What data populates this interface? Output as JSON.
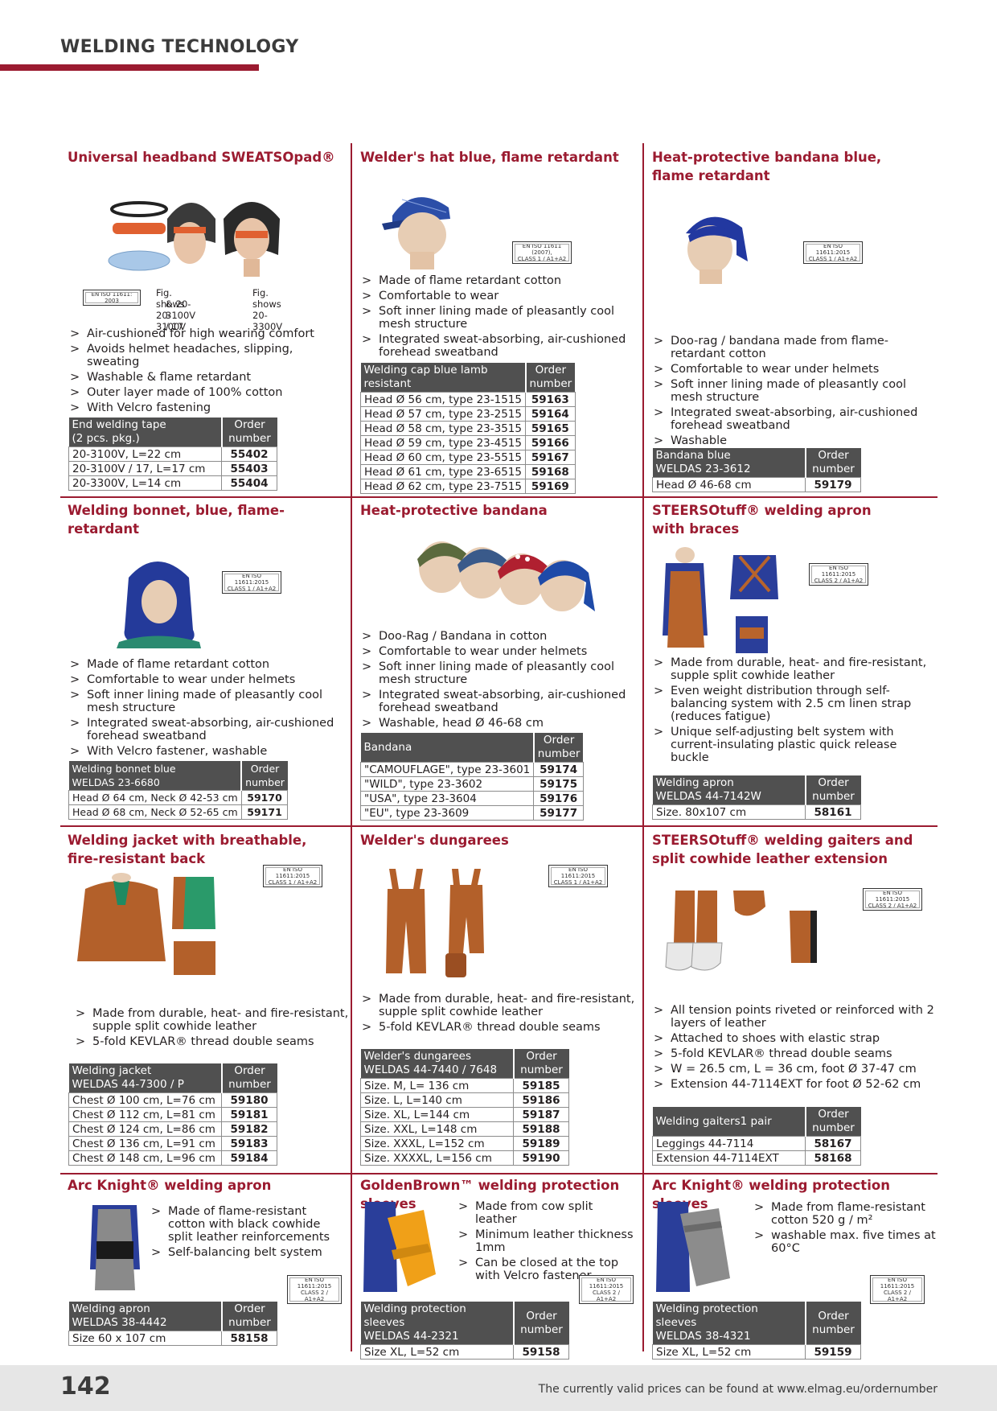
{
  "header": {
    "title": "WELDING TECHNOLOGY"
  },
  "colors": {
    "accent": "#9b1b30",
    "table_header": "#505050",
    "footer_bg": "#e6e6e6"
  },
  "footer": {
    "page_number": "142",
    "note": "The currently valid prices can be found at www.elmag.eu/ordernumber"
  },
  "products": [
    {
      "title": "Universal headband SWEATSOpad®",
      "certification": [
        "EN ISO 11611:",
        "2003"
      ],
      "captions": [
        "Fig. shows 20-3100V",
        "& 20-3100V / 17",
        "Fig. shows 20-3300V"
      ],
      "bullets": [
        "Air-cushioned for high wearing comfort",
        "Avoids helmet headaches, slipping, sweating",
        "Washable & flame retardant",
        "Outer layer made of 100% cotton",
        "With Velcro fastening"
      ],
      "table": {
        "header": [
          "End welding tape",
          "(2 pcs. pkg.)"
        ],
        "order_header": [
          "Order",
          "number"
        ],
        "rows": [
          [
            "20-3100V, L=22 cm",
            "55402"
          ],
          [
            "20-3100V / 17, L=17 cm",
            "55403"
          ],
          [
            "20-3300V, L=14 cm",
            "55404"
          ]
        ]
      }
    },
    {
      "title": "Welder's hat blue, flame retardant",
      "certification": [
        "EN ISO 11611 (2007),",
        "CLASS 1 / A1+A2"
      ],
      "bullets": [
        "Made of flame retardant cotton",
        "Comfortable to wear",
        "Soft inner lining made of pleasantly cool mesh structure",
        "Integrated sweat-absorbing, air-cushioned forehead sweatband"
      ],
      "table": {
        "header": [
          "Welding cap blue lamb",
          "resistant"
        ],
        "order_header": [
          "Order",
          "number"
        ],
        "rows": [
          [
            "Head Ø 56 cm, type 23-1515",
            "59163"
          ],
          [
            "Head Ø 57 cm, type 23-2515",
            "59164"
          ],
          [
            "Head Ø 58 cm, type 23-3515",
            "59165"
          ],
          [
            "Head Ø 59 cm, type 23-4515",
            "59166"
          ],
          [
            "Head Ø 60 cm, type 23-5515",
            "59167"
          ],
          [
            "Head Ø 61 cm, type 23-6515",
            "59168"
          ],
          [
            "Head Ø 62 cm, type 23-7515",
            "59169"
          ]
        ]
      }
    },
    {
      "title": "Heat-protective bandana blue,",
      "title2": "flame retardant",
      "certification": [
        "EN ISO 11611:2015",
        "CLASS 1 / A1+A2"
      ],
      "bullets": [
        "Doo-rag / bandana made from flame-retardant cotton",
        "Comfortable to wear under helmets",
        "Soft inner lining made of pleasantly cool mesh structure",
        "Integrated sweat-absorbing, air-cushioned forehead sweatband",
        "Washable"
      ],
      "table": {
        "header": [
          "Bandana blue",
          "WELDAS 23-3612"
        ],
        "order_header": [
          "Order",
          "number"
        ],
        "rows": [
          [
            "Head Ø 46-68 cm",
            "59179"
          ]
        ]
      }
    },
    {
      "title": "Welding bonnet, blue, flame-retardant",
      "certification": [
        "EN ISO 11611:2015",
        "CLASS 1 / A1+A2"
      ],
      "bullets": [
        "Made of flame retardant cotton",
        "Comfortable to wear under helmets",
        "Soft inner lining made of pleasantly cool mesh structure",
        "Integrated sweat-absorbing, air-cushioned forehead sweatband",
        "With Velcro fastener, washable"
      ],
      "table": {
        "header": [
          "Welding bonnet blue",
          "WELDAS 23-6680"
        ],
        "order_header": [
          "Order",
          "number"
        ],
        "rows": [
          [
            "Head Ø 64 cm, Neck Ø 42-53 cm",
            "59170"
          ],
          [
            "Head Ø 68 cm, Neck Ø 52-65 cm",
            "59171"
          ]
        ]
      }
    },
    {
      "title": "Heat-protective bandana",
      "bullets": [
        "Doo-Rag / Bandana in cotton",
        "Comfortable to wear under helmets",
        "Soft inner lining made of pleasantly cool mesh structure",
        "Integrated sweat-absorbing, air-cushioned forehead sweatband",
        "Washable, head Ø 46-68 cm"
      ],
      "table": {
        "header": [
          "Bandana",
          ""
        ],
        "order_header": [
          "Order",
          "number"
        ],
        "rows": [
          [
            "\"CAMOUFLAGE\", type 23-3601",
            "59174"
          ],
          [
            "\"WILD\", type 23-3602",
            "59175"
          ],
          [
            "\"USA\", type 23-3604",
            "59176"
          ],
          [
            "\"EU\", type 23-3609",
            "59177"
          ]
        ]
      }
    },
    {
      "title": "STEERSOtuff® welding apron",
      "title2": "with braces",
      "certification": [
        "EN ISO 11611:2015",
        "CLASS 2 / A1+A2"
      ],
      "bullets": [
        "Made from durable, heat- and fire-resistant, supple split cowhide leather",
        "Even weight distribution through self-balancing system with 2.5 cm linen strap (reduces fatigue)",
        "Unique self-adjusting belt system with current-insulating plastic quick release buckle"
      ],
      "table": {
        "header": [
          "Welding apron",
          "WELDAS 44-7142W"
        ],
        "order_header": [
          "Order",
          "number"
        ],
        "rows": [
          [
            "Size. 80x107 cm",
            "58161"
          ]
        ]
      }
    },
    {
      "title": "Welding jacket with breathable,",
      "title2": "fire-resistant back",
      "certification": [
        "EN ISO 11611:2015",
        "CLASS 1 / A1+A2"
      ],
      "bullets": [
        "Made from durable, heat- and fire-resistant, supple split cowhide leather",
        "5-fold KEVLAR® thread double seams"
      ],
      "table": {
        "header": [
          "Welding jacket",
          "WELDAS 44-7300 / P"
        ],
        "order_header": [
          "Order",
          "number"
        ],
        "rows": [
          [
            "Chest Ø 100 cm, L=76 cm",
            "59180"
          ],
          [
            "Chest Ø 112 cm, L=81 cm",
            "59181"
          ],
          [
            "Chest Ø 124 cm, L=86 cm",
            "59182"
          ],
          [
            "Chest Ø 136 cm, L=91 cm",
            "59183"
          ],
          [
            "Chest Ø 148 cm, L=96 cm",
            "59184"
          ]
        ]
      }
    },
    {
      "title": "Welder's dungarees",
      "certification": [
        "EN ISO 11611:2015",
        "CLASS 1 / A1+A2"
      ],
      "bullets": [
        "Made from durable, heat- and fire-resistant, supple split cowhide leather",
        "5-fold KEVLAR® thread double seams"
      ],
      "table": {
        "header": [
          "Welder's dungarees",
          "WELDAS 44-7440 / 7648"
        ],
        "order_header": [
          "Order",
          "number"
        ],
        "rows": [
          [
            "Size. M, L= 136 cm",
            "59185"
          ],
          [
            "Size. L, L=140 cm",
            "59186"
          ],
          [
            "Size. XL, L=144 cm",
            "59187"
          ],
          [
            "Size. XXL, L=148 cm",
            "59188"
          ],
          [
            "Size. XXXL, L=152 cm",
            "59189"
          ],
          [
            "Size. XXXXL, L=156 cm",
            "59190"
          ]
        ]
      }
    },
    {
      "title": "STEERSOtuff® welding gaiters and",
      "title2": "split cowhide leather extension",
      "certification": [
        "EN ISO 11611:2015",
        "CLASS 2 / A1+A2"
      ],
      "bullets": [
        "All tension points riveted or reinforced with 2 layers of leather",
        "Attached to shoes with elastic strap",
        "5-fold KEVLAR® thread double seams",
        "W = 26.5 cm, L = 36 cm, foot Ø 37-47 cm",
        "Extension 44-7114EXT for foot Ø 52-62 cm"
      ],
      "table": {
        "header": [
          "Welding gaiters1 pair",
          ""
        ],
        "order_header": [
          "Order",
          "number"
        ],
        "rows": [
          [
            "Leggings 44-7114",
            "58167"
          ],
          [
            "Extension 44-7114EXT",
            "58168"
          ]
        ]
      }
    },
    {
      "title": "Arc Knight® welding apron",
      "certification": [
        "EN ISO 11611:2015",
        "CLASS 2 / A1+A2"
      ],
      "bullets": [
        "Made of flame-resistant cotton with black cowhide split leather reinforcements",
        "Self-balancing belt system"
      ],
      "table": {
        "header": [
          "Welding apron",
          "WELDAS 38-4442"
        ],
        "order_header": [
          "Order",
          "number"
        ],
        "rows": [
          [
            "Size 60 x 107 cm",
            "58158"
          ]
        ]
      }
    },
    {
      "title": "GoldenBrown™ welding protection sleeves",
      "certification": [
        "EN ISO 11611:2015",
        "CLASS 2 / A1+A2"
      ],
      "bullets": [
        "Made from cow split leather",
        "Minimum leather thickness 1mm",
        "Can be closed at the top with Velcro fastener"
      ],
      "table": {
        "header": [
          "Welding protection sleeves",
          "WELDAS 44-2321"
        ],
        "order_header": [
          "Order",
          "number"
        ],
        "rows": [
          [
            "Size XL, L=52 cm",
            "59158"
          ]
        ]
      }
    },
    {
      "title": "Arc Knight® welding protection sleeves",
      "certification": [
        "EN ISO 11611:2015",
        "CLASS 2 / A1+A2"
      ],
      "bullets": [
        "Made from flame-resistant cotton 520 g / m²",
        "washable max. five times at 60°C"
      ],
      "table": {
        "header": [
          "Welding protection sleeves",
          "WELDAS 38-4321"
        ],
        "order_header": [
          "Order",
          "number"
        ],
        "rows": [
          [
            "Size XL, L=52 cm",
            "59159"
          ]
        ]
      }
    }
  ]
}
